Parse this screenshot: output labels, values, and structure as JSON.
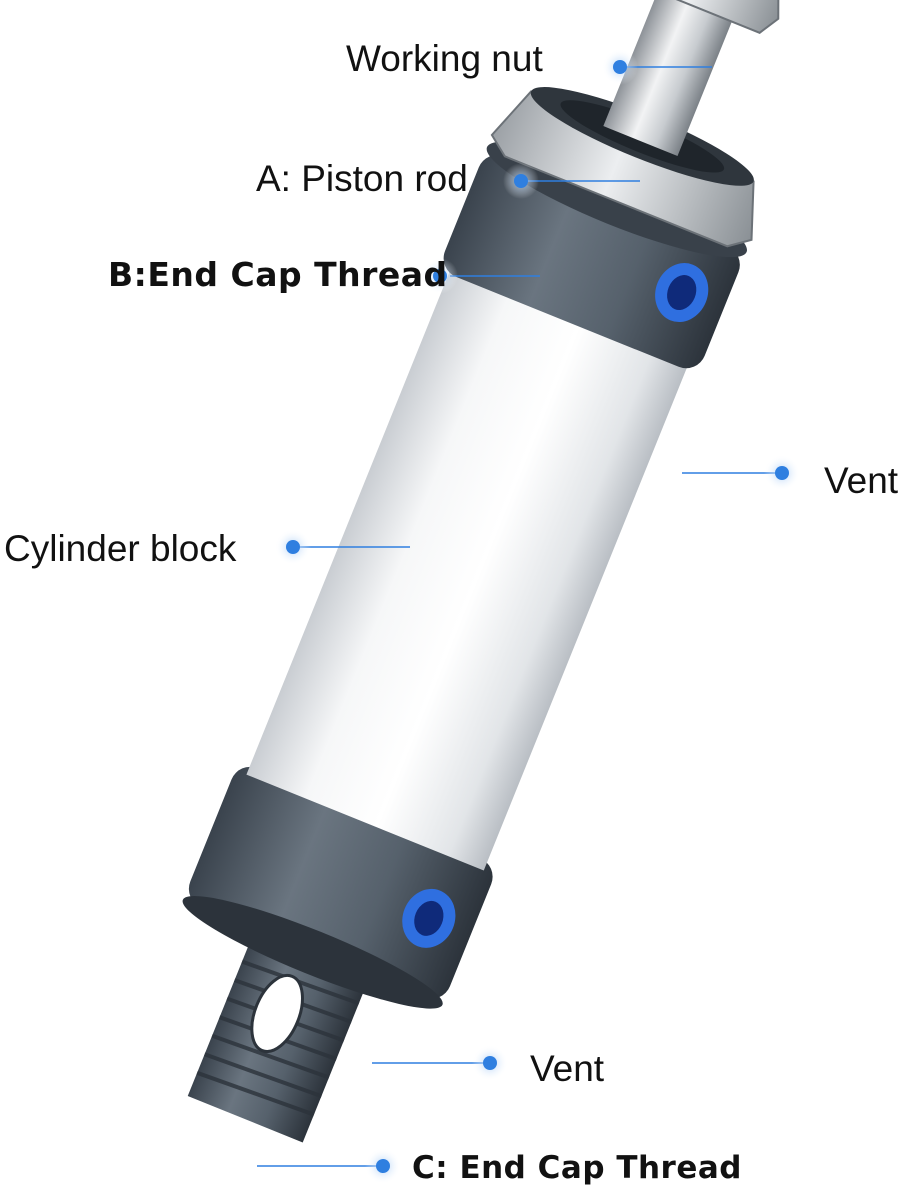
{
  "labels": {
    "working_nut": "Working nut",
    "piston_rod": "A: Piston rod",
    "end_cap_thread_b": "B:End Cap Thread",
    "vent_top": "Vent",
    "cylinder_block": "Cylinder block",
    "vent_bottom": "Vent",
    "end_cap_thread_c": "C: End Cap Thread"
  },
  "colors": {
    "callout_blue": "#2f7fe0",
    "callout_glow": "#cfe3fa",
    "cap_blue": "#3a5ed8",
    "barrel": "#eef0f2",
    "end_cap": "#4a5561",
    "label_text": "#111111"
  }
}
